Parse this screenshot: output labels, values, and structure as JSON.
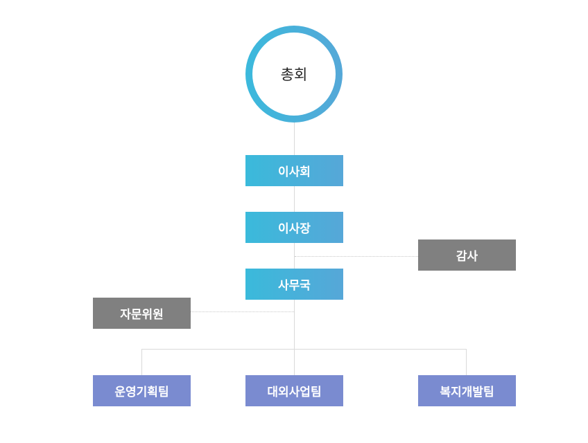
{
  "root": {
    "label": "총회"
  },
  "main_chain": [
    {
      "label": "이사회"
    },
    {
      "label": "이사장"
    },
    {
      "label": "사무국"
    }
  ],
  "side_units": {
    "audit": {
      "label": "감사"
    },
    "advisory": {
      "label": "자문위원"
    }
  },
  "teams": [
    {
      "label": "운영기획팀"
    },
    {
      "label": "대외사업팀"
    },
    {
      "label": "복지개발팀"
    }
  ],
  "colors": {
    "main": "#3abadb",
    "side": "#808080",
    "team": "#7a8bd0",
    "connector": "#d9d9d9"
  }
}
